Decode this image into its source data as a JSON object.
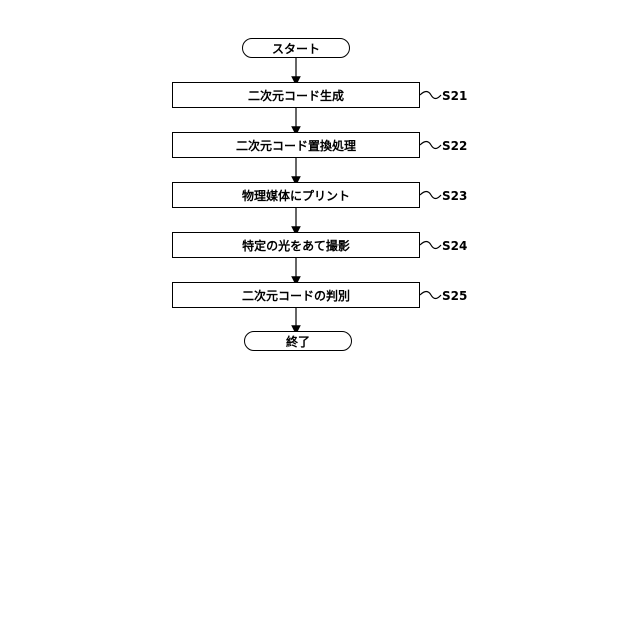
{
  "start_label": "スタート",
  "end_label": "終了",
  "steps": [
    {
      "id": "S21",
      "text": "二次元コード生成"
    },
    {
      "id": "S22",
      "text": "二次元コード置換処理"
    },
    {
      "id": "S23",
      "text": "物理媒体にプリント"
    },
    {
      "id": "S24",
      "text": "特定の光をあて撮影"
    },
    {
      "id": "S25",
      "text": "二次元コードの判別"
    }
  ]
}
